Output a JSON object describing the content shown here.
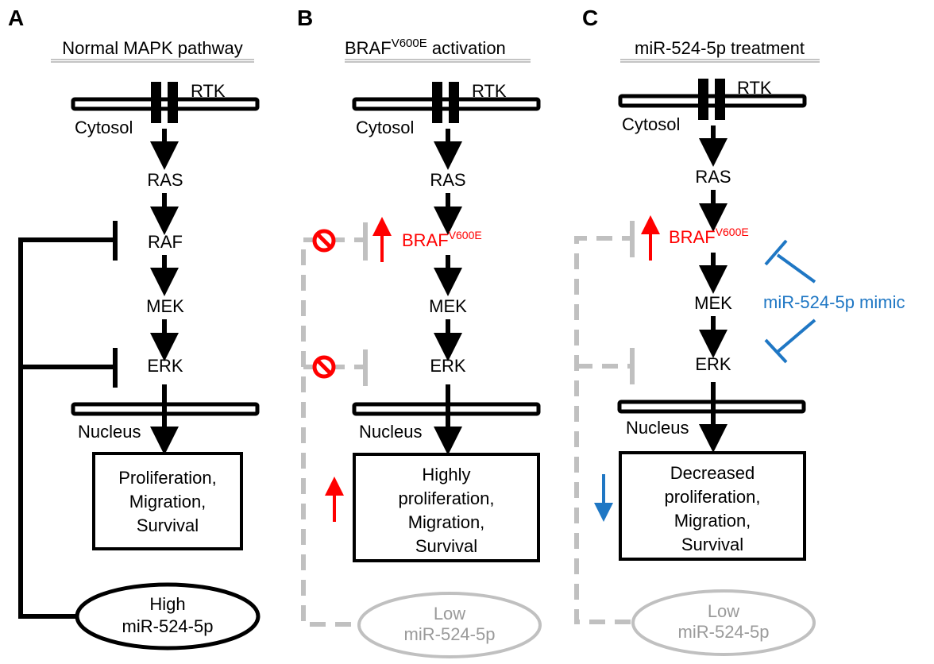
{
  "colors": {
    "black": "#000000",
    "red": "#ff0000",
    "blue": "#1f77c4",
    "gray": "#c0c0c0",
    "gray_text": "#9a9a9a"
  },
  "panels": [
    {
      "letter": "A",
      "title": "Normal MAPK pathway",
      "receptor": "RTK",
      "cytosol": "Cytosol",
      "nodes": [
        "RAS",
        "RAF",
        "MEK",
        "ERK"
      ],
      "nucleus": "Nucleus",
      "outcome": [
        "Proliferation,",
        "Migration,",
        "Survival"
      ],
      "mirna": [
        "High",
        "miR-524-5p"
      ]
    },
    {
      "letter": "B",
      "title_main": "BRAF",
      "title_sup": "V600E",
      "title_rest": " activation",
      "receptor": "RTK",
      "cytosol": "Cytosol",
      "nodes": [
        "RAS",
        "BRAF",
        "MEK",
        "ERK"
      ],
      "node_sup": "V600E",
      "nucleus": "Nucleus",
      "outcome": [
        "Highly",
        "proliferation,",
        "Migration,",
        "Survival"
      ],
      "mirna": [
        "Low",
        "miR-524-5p"
      ]
    },
    {
      "letter": "C",
      "title": "miR-524-5p treatment",
      "receptor": "RTK",
      "cytosol": "Cytosol",
      "nodes": [
        "RAS",
        "BRAF",
        "MEK",
        "ERK"
      ],
      "node_sup": "V600E",
      "nucleus": "Nucleus",
      "outcome": [
        "Decreased",
        "proliferation,",
        "Migration,",
        "Survival"
      ],
      "mirna": [
        "Low",
        "miR-524-5p"
      ],
      "mimic": "miR-524-5p mimic"
    }
  ]
}
